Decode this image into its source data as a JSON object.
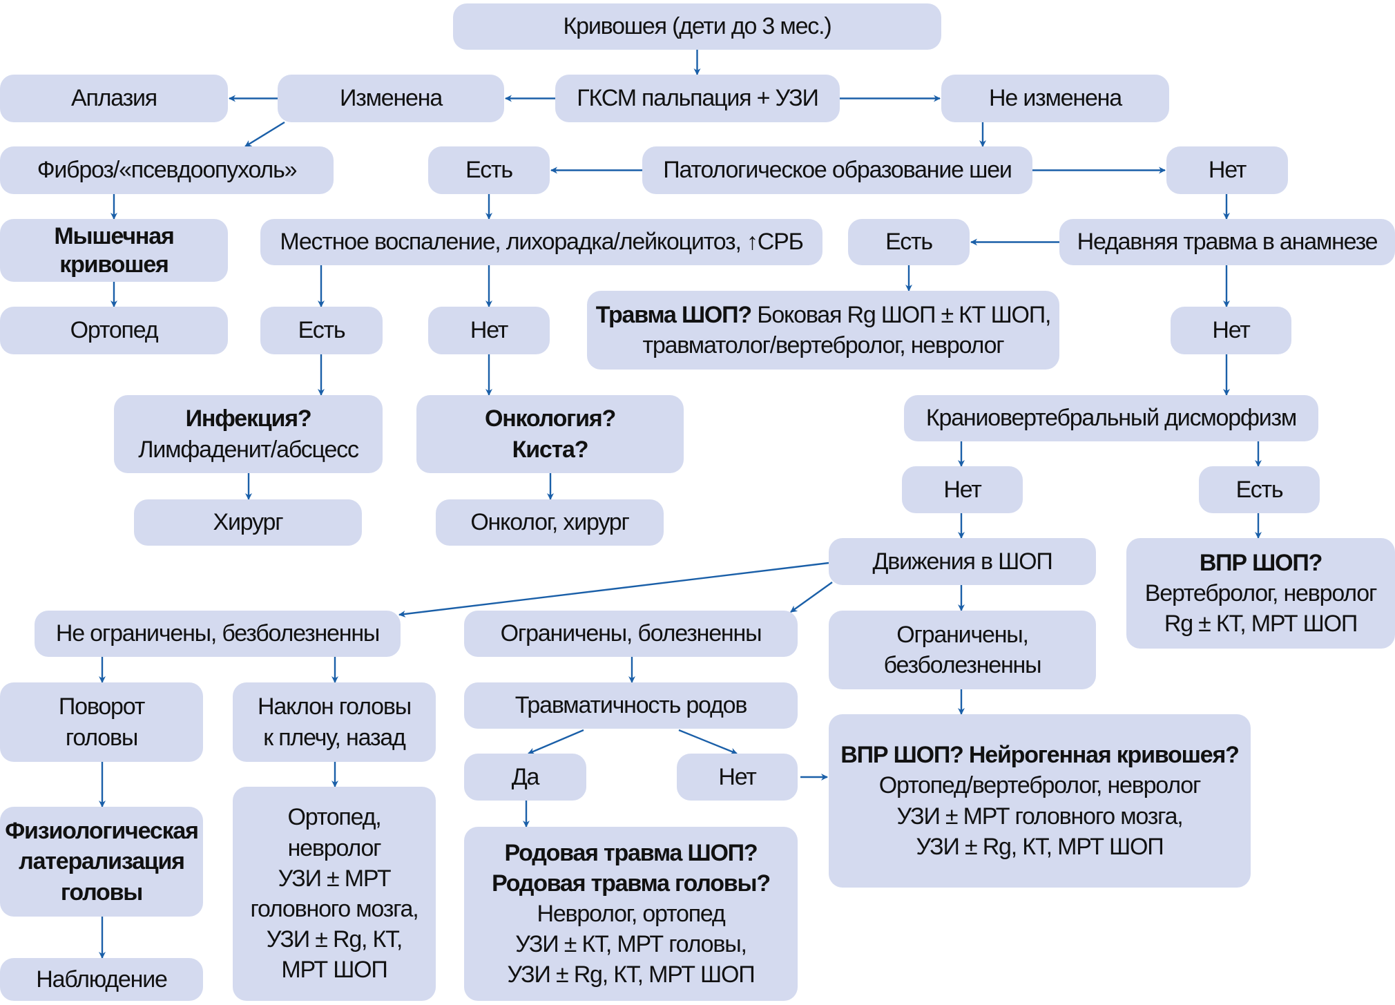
{
  "colors": {
    "box_fill": "#d4daef",
    "arrow": "#1a5fa8",
    "text": "#111111"
  },
  "nodes": {
    "root": {
      "lines": [
        {
          "text": "Кривошея (дети до 3 мес.)",
          "bold": false
        }
      ]
    },
    "gksm": {
      "lines": [
        {
          "text": "ГКСМ пальпация + УЗИ",
          "bold": false
        }
      ]
    },
    "izmenena": {
      "lines": [
        {
          "text": "Изменена",
          "bold": false
        }
      ]
    },
    "ne_izmenena": {
      "lines": [
        {
          "text": "Не изменена",
          "bold": false
        }
      ]
    },
    "aplaziya": {
      "lines": [
        {
          "text": "Аплазия",
          "bold": false
        }
      ]
    },
    "fibroz": {
      "lines": [
        {
          "text": "Фиброз/«псевдоопухоль»",
          "bold": false
        }
      ]
    },
    "myshechnaya": {
      "lines": [
        {
          "text": "Мышечная",
          "bold": true
        },
        {
          "text": "кривошея",
          "bold": true
        }
      ]
    },
    "ortoped1": {
      "lines": [
        {
          "text": "Ортопед",
          "bold": false
        }
      ]
    },
    "patolog": {
      "lines": [
        {
          "text": "Патологическое образование шеи",
          "bold": false
        }
      ]
    },
    "patolog_est": {
      "lines": [
        {
          "text": "Есть",
          "bold": false
        }
      ]
    },
    "patolog_net": {
      "lines": [
        {
          "text": "Нет",
          "bold": false
        }
      ]
    },
    "mestnoe": {
      "lines": [
        {
          "text": "Местное воспаление, лихорадка/лейкоцитоз, ↑СРБ",
          "bold": false
        }
      ]
    },
    "mestnoe_est": {
      "lines": [
        {
          "text": "Есть",
          "bold": false
        }
      ]
    },
    "mestnoe_net": {
      "lines": [
        {
          "text": "Нет",
          "bold": false
        }
      ]
    },
    "infektsiya": {
      "lines": [
        {
          "text": "Инфекция?",
          "bold": true
        },
        {
          "text": "Лимфаденит/абсцесс",
          "bold": false
        }
      ]
    },
    "onkologiya": {
      "lines": [
        {
          "text": "Онкология?",
          "bold": true
        },
        {
          "text": "Киста?",
          "bold": true
        }
      ]
    },
    "hirurg": {
      "lines": [
        {
          "text": "Хирург",
          "bold": false
        }
      ]
    },
    "onkolog_hirurg": {
      "lines": [
        {
          "text": "Онколог, хирург",
          "bold": false
        }
      ]
    },
    "travma_anamnez": {
      "lines": [
        {
          "text": "Недавняя травма в анамнезе",
          "bold": false
        }
      ]
    },
    "travma_est": {
      "lines": [
        {
          "text": "Есть",
          "bold": false
        }
      ]
    },
    "travma_net": {
      "lines": [
        {
          "text": "Нет",
          "bold": false
        }
      ]
    },
    "travma_shop": {
      "lines": [
        {
          "parts": [
            {
              "text": "Травма ШОП? ",
              "bold": true
            },
            {
              "text": "Боковая Rg ШОП ± КТ ШОП,",
              "bold": false
            }
          ]
        },
        {
          "text": "травматолог/вертебролог, невролог",
          "bold": false
        }
      ]
    },
    "kranio": {
      "lines": [
        {
          "text": "Краниовертебральный дисморфизм",
          "bold": false
        }
      ]
    },
    "kranio_net": {
      "lines": [
        {
          "text": "Нет",
          "bold": false
        }
      ]
    },
    "kranio_est": {
      "lines": [
        {
          "text": "Есть",
          "bold": false
        }
      ]
    },
    "vpr_shop": {
      "lines": [
        {
          "text": "ВПР ШОП?",
          "bold": true
        },
        {
          "text": "Вертебролог, невролог",
          "bold": false
        },
        {
          "text": "Rg ± КТ, МРТ ШОП",
          "bold": false
        }
      ]
    },
    "dvizheniya": {
      "lines": [
        {
          "text": "Движения в ШОП",
          "bold": false
        }
      ]
    },
    "ne_ogranicheny": {
      "lines": [
        {
          "text": "Не ограничены, безболезненны",
          "bold": false
        }
      ]
    },
    "ogr_bolez": {
      "lines": [
        {
          "text": "Ограничены, болезненны",
          "bold": false
        }
      ]
    },
    "ogr_bezbolez": {
      "lines": [
        {
          "text": "Ограничены,",
          "bold": false
        },
        {
          "text": "безболезненны",
          "bold": false
        }
      ]
    },
    "povorot": {
      "lines": [
        {
          "text": "Поворот",
          "bold": false
        },
        {
          "text": "головы",
          "bold": false
        }
      ]
    },
    "naklon": {
      "lines": [
        {
          "text": "Наклон головы",
          "bold": false
        },
        {
          "text": "к плечу, назад",
          "bold": false
        }
      ]
    },
    "travmatichnost": {
      "lines": [
        {
          "text": "Травматичность родов",
          "bold": false
        }
      ]
    },
    "da": {
      "lines": [
        {
          "text": "Да",
          "bold": false
        }
      ]
    },
    "rody_net": {
      "lines": [
        {
          "text": "Нет",
          "bold": false
        }
      ]
    },
    "vpr_neuro": {
      "lines": [
        {
          "text": "ВПР ШОП? Нейрогенная кривошея?",
          "bold": true
        },
        {
          "text": "Ортопед/вертебролог, невролог",
          "bold": false
        },
        {
          "text": "УЗИ ± МРТ головного мозга,",
          "bold": false
        },
        {
          "text": "УЗИ ± Rg, КТ, МРТ ШОП",
          "bold": false
        }
      ]
    },
    "fiziolog": {
      "lines": [
        {
          "text": "Физиологическая",
          "bold": true
        },
        {
          "text": "латерализация",
          "bold": true
        },
        {
          "text": "головы",
          "bold": true
        }
      ]
    },
    "nablyudenie": {
      "lines": [
        {
          "text": "Наблюдение",
          "bold": false
        }
      ]
    },
    "ortoped_nevrolog": {
      "lines": [
        {
          "text": "Ортопед,",
          "bold": false
        },
        {
          "text": "невролог",
          "bold": false
        },
        {
          "text": "УЗИ ± МРТ",
          "bold": false
        },
        {
          "text": "головного мозга,",
          "bold": false
        },
        {
          "text": "УЗИ ± Rg, КТ,",
          "bold": false
        },
        {
          "text": "МРТ ШОП",
          "bold": false
        }
      ]
    },
    "rodovaya": {
      "lines": [
        {
          "text": "Родовая травма ШОП?",
          "bold": true
        },
        {
          "text": "Родовая травма головы?",
          "bold": true
        },
        {
          "text": "Невролог, ортопед",
          "bold": false
        },
        {
          "text": "УЗИ ± КТ, МРТ головы,",
          "bold": false
        },
        {
          "text": "УЗИ ± Rg, КТ, МРТ ШОП",
          "bold": false
        }
      ]
    }
  },
  "edges": [
    {
      "from": "root",
      "to": "gksm"
    },
    {
      "from": "gksm",
      "to": "izmenena"
    },
    {
      "from": "gksm",
      "to": "ne_izmenena"
    },
    {
      "from": "izmenena",
      "to": "aplaziya"
    },
    {
      "from": "izmenena",
      "to": "fibroz"
    },
    {
      "from": "fibroz",
      "to": "myshechnaya"
    },
    {
      "from": "myshechnaya",
      "to": "ortoped1"
    },
    {
      "from": "ne_izmenena",
      "to": "patolog"
    },
    {
      "from": "patolog",
      "to": "patolog_est"
    },
    {
      "from": "patolog",
      "to": "patolog_net"
    },
    {
      "from": "patolog_est",
      "to": "mestnoe"
    },
    {
      "from": "mestnoe",
      "to": "mestnoe_est"
    },
    {
      "from": "mestnoe",
      "to": "mestnoe_net"
    },
    {
      "from": "mestnoe_est",
      "to": "infektsiya"
    },
    {
      "from": "mestnoe_net",
      "to": "onkologiya"
    },
    {
      "from": "infektsiya",
      "to": "hirurg"
    },
    {
      "from": "onkologiya",
      "to": "onkolog_hirurg"
    },
    {
      "from": "patolog_net",
      "to": "travma_anamnez"
    },
    {
      "from": "travma_anamnez",
      "to": "travma_est"
    },
    {
      "from": "travma_est",
      "to": "travma_shop"
    },
    {
      "from": "travma_anamnez",
      "to": "travma_net"
    },
    {
      "from": "travma_net",
      "to": "kranio"
    },
    {
      "from": "kranio",
      "to": "kranio_net"
    },
    {
      "from": "kranio",
      "to": "kranio_est"
    },
    {
      "from": "kranio_est",
      "to": "vpr_shop"
    },
    {
      "from": "kranio_net",
      "to": "dvizheniya"
    },
    {
      "from": "dvizheniya",
      "to": "ne_ogranicheny"
    },
    {
      "from": "dvizheniya",
      "to": "ogr_bolez"
    },
    {
      "from": "dvizheniya",
      "to": "ogr_bezbolez"
    },
    {
      "from": "ogr_bezbolez",
      "to": "vpr_neuro"
    },
    {
      "from": "ne_ogranicheny",
      "to": "povorot"
    },
    {
      "from": "ne_ogranicheny",
      "to": "naklon"
    },
    {
      "from": "povorot",
      "to": "fiziolog"
    },
    {
      "from": "fiziolog",
      "to": "nablyudenie"
    },
    {
      "from": "naklon",
      "to": "ortoped_nevrolog"
    },
    {
      "from": "ogr_bolez",
      "to": "travmatichnost"
    },
    {
      "from": "travmatichnost",
      "to": "da"
    },
    {
      "from": "travmatichnost",
      "to": "rody_net"
    },
    {
      "from": "da",
      "to": "rodovaya"
    },
    {
      "from": "rody_net",
      "to": "vpr_neuro"
    }
  ]
}
